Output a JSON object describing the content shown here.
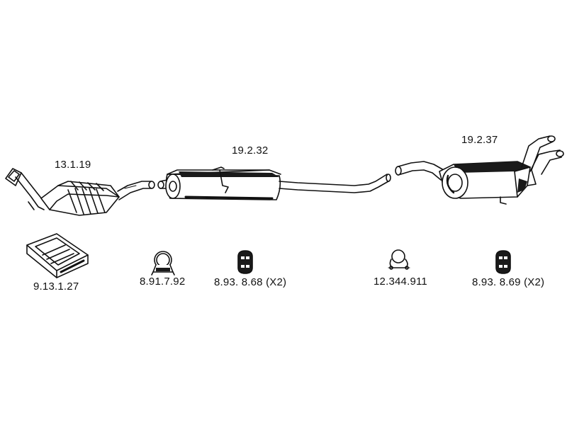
{
  "diagram": {
    "colors": {
      "line": "#111111",
      "fill": "#ffffff",
      "dark": "#1a1a1a"
    },
    "parts": [
      {
        "id": "catalytic-converter",
        "label": "13.1.19"
      },
      {
        "id": "middle-silencer",
        "label": "19.2.32"
      },
      {
        "id": "rear-silencer",
        "label": "19.2.37"
      }
    ],
    "accessories": [
      {
        "id": "mounting-kit",
        "label": "9.13.1.27"
      },
      {
        "id": "pipe-clamp",
        "label": "8.91.7.92"
      },
      {
        "id": "rubber-mount-1",
        "label": "8.93. 8.68 (X2)"
      },
      {
        "id": "pipe-clamp-2",
        "label": "12.344.911"
      },
      {
        "id": "rubber-mount-2",
        "label": "8.93. 8.69 (X2)"
      }
    ]
  }
}
